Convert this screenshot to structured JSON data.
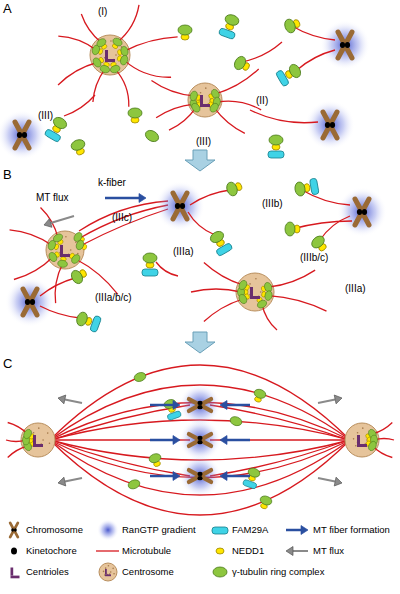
{
  "diagram": {
    "labels": [
      "A",
      "(I)",
      "(II)",
      "(III)",
      "(III)",
      "B",
      "k-fiber",
      "MT flux",
      "(IIIc)",
      "(IIIb)",
      "(IIIb/c)",
      "(IIIa)",
      "(IIIa/b/c)",
      "(IIIa)",
      "C"
    ],
    "legend": [
      {
        "text": "Chromosome"
      },
      {
        "text": "RanGTP gradient"
      },
      {
        "text": "FAM29A"
      },
      {
        "text": "MT fiber formation"
      },
      {
        "text": "Kinetochore"
      },
      {
        "text": "Microtubule"
      },
      {
        "text": "NEDD1"
      },
      {
        "text": "MT flux"
      },
      {
        "text": "Centrioles"
      },
      {
        "text": "Centrosome"
      },
      {
        "text": "γ-tubulin ring complex"
      }
    ]
  }
}
